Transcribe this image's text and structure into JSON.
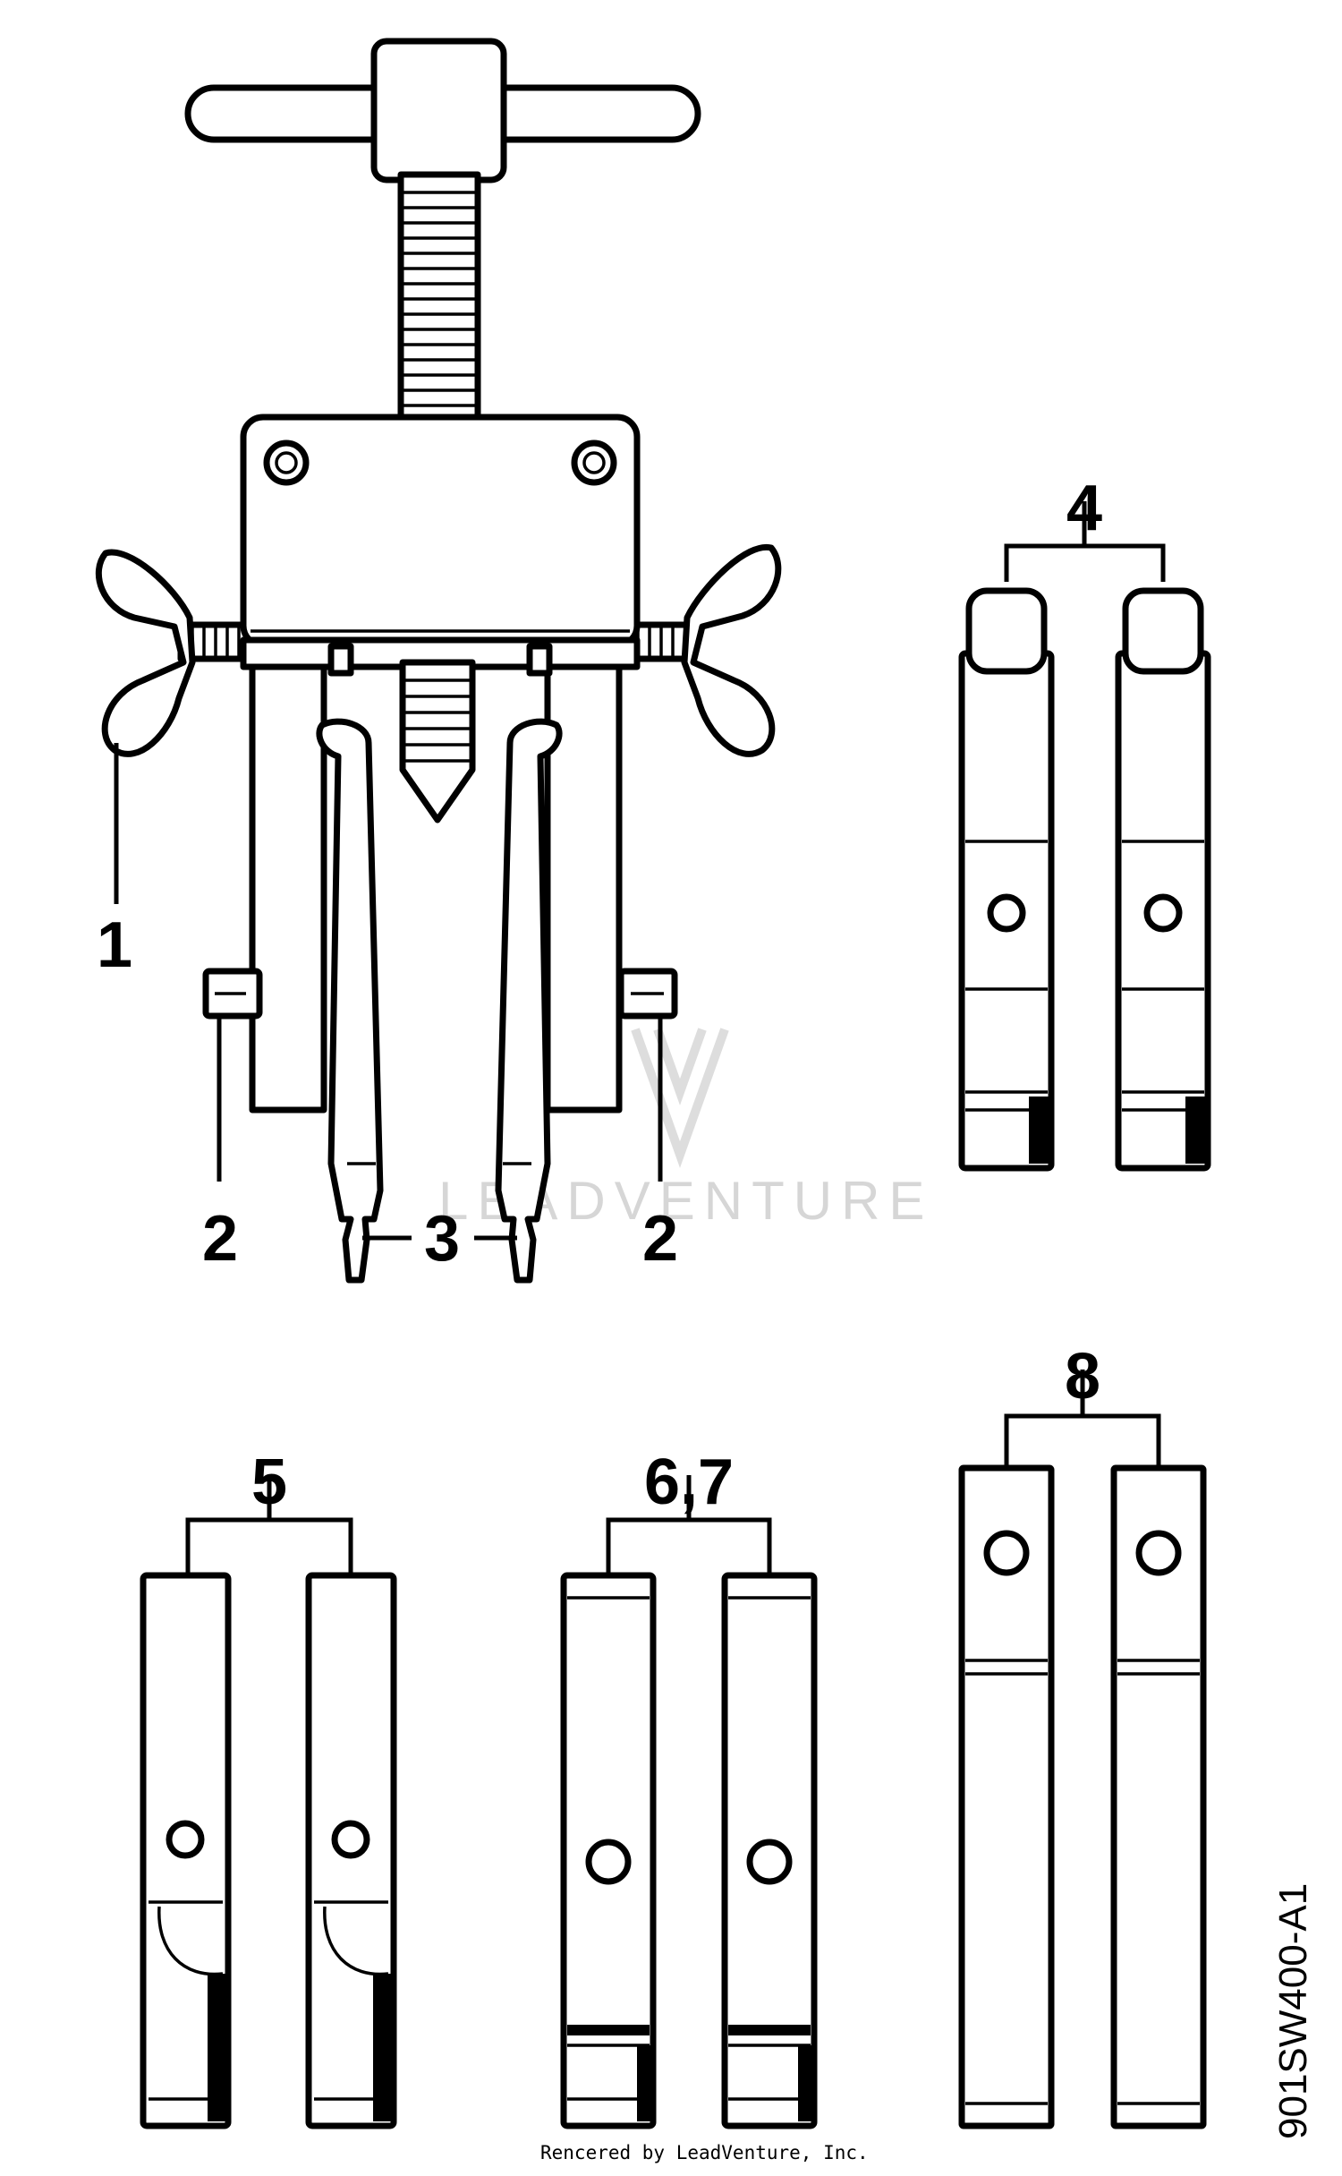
{
  "diagram": {
    "callouts": {
      "c1": "1",
      "c2_left": "2",
      "c3": "3",
      "c2_right": "2",
      "c4": "4",
      "c5": "5",
      "c67": "6,7",
      "c8": "8"
    },
    "figure_id": "901SW400-A1",
    "watermark": "LEADVENTURE",
    "credit": "Rencered by LeadVenture, Inc."
  },
  "colors": {
    "ink": "#000000",
    "paper": "#ffffff",
    "watermark": "#d6d6d6"
  }
}
